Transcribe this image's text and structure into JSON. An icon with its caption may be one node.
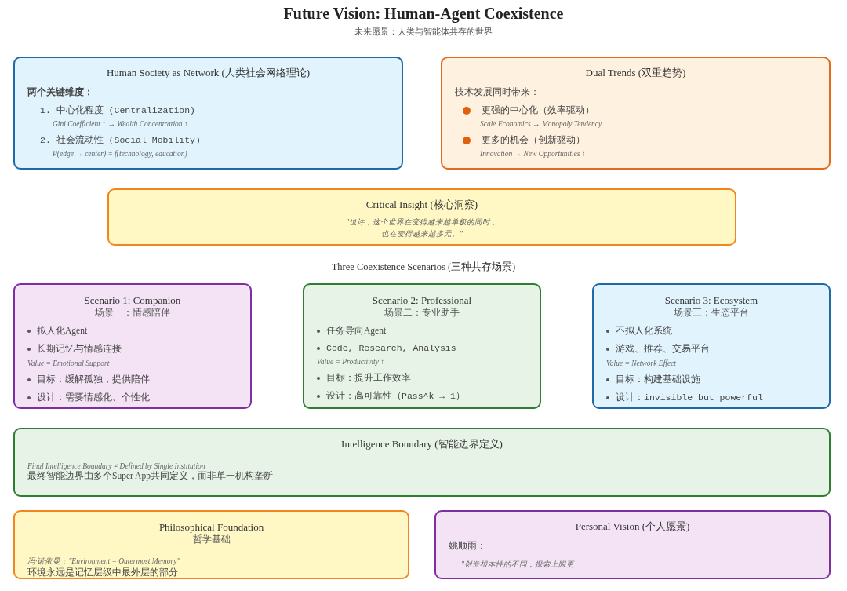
{
  "diagram": {
    "title": "Future Vision: Human-Agent Coexistence",
    "caption": "未来愿景：人类与智能体共存的世界",
    "nodes": [
      {
        "text": [
          "Human Society as Network (人类社会网络理论)",
          "两个关键维度：",
          "1. 中心化程度 (Centralization)",
          "Gini Coefficient ↑ → Wealth Concentration ↑",
          "2. 社会流动性 (Social Mobility)",
          "P(edge → center) = f(technology, education)"
        ]
      },
      {
        "text": [
          "Dual Trends (双重趋势)",
          "技术发展同时带来：",
          "更强的中心化（效率驱动）",
          "Scale Economics → Monopoly Tendency",
          "更多的机会（创新驱动）",
          "Innovation → New Opportunities ↑"
        ]
      },
      {
        "text": [
          "Critical Insight (核心洞察)",
          "\"也许，这个世界在变得越来越单极的同时，也在变得越来越多元。\""
        ]
      },
      {
        "text": [
          "Scenario 1: Companion",
          "场景一：情感陪伴",
          "拟人化Agent",
          "长期记忆与情感连接",
          "Value = Emotional Support",
          "目标：缓解孤独，提供陪伴",
          "设计：需要情感化、个性化"
        ]
      },
      {
        "text": [
          "Scenario 2: Professional",
          "场景二：专业助手",
          "任务导向Agent",
          "Code, Research, Analysis",
          "Value = Productivity ↑",
          "目标：提升工作效率",
          "设计：高可靠性（Pass^k → 1）"
        ]
      },
      {
        "text": [
          "Scenario 3: Ecosystem",
          "场景三：生态平台",
          "不拟人化系统",
          "游戏、推荐、交易平台",
          "Value = Network Effect",
          "目标：构建基础设施",
          "设计：invisible but powerful"
        ]
      },
      {
        "text": [
          "Intelligence Boundary (智能边界定义)",
          "Final Intelligence Boundary ≠ Defined by Single Institution",
          "最终智能边界由多个Super App共同定义，而非单一机构垄断"
        ]
      },
      {
        "text": [
          "Philosophical Foundation",
          "哲学基础",
          "冯·诺依曼：\"Environment = Outermost Memory\"",
          "环境永远是记忆层级中最外层的部分"
        ]
      },
      {
        "text": [
          "Personal Vision (个人愿景)",
          "姚顺雨：",
          "\"创造根本性的不同，探索上限更"
        ]
      }
    ],
    "labels": [
      "Three Coexistence Scenarios (三种共存场景)"
    ]
  }
}
